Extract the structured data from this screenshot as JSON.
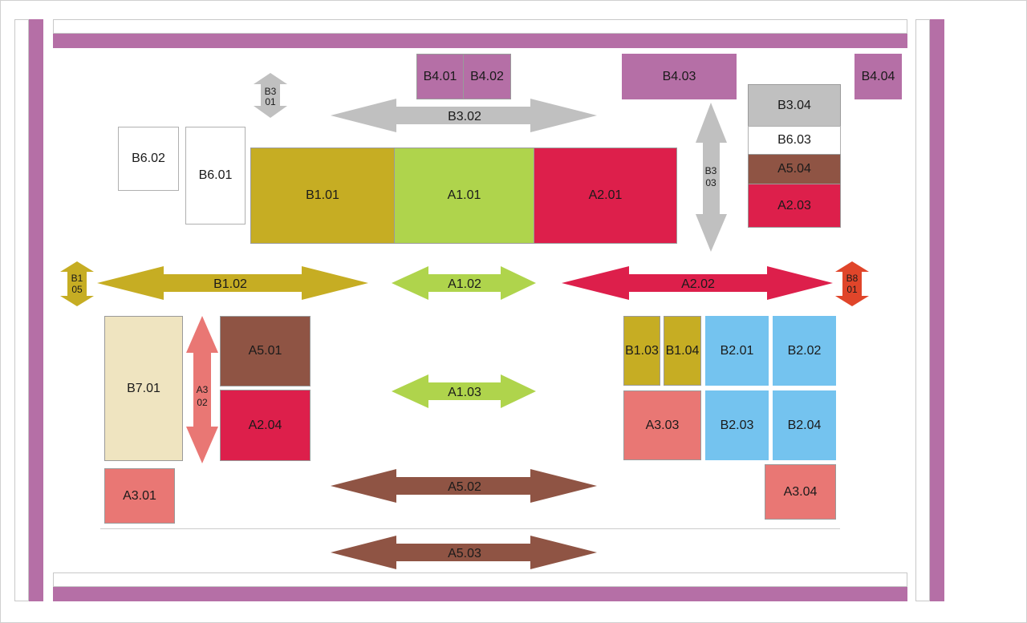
{
  "colors": {
    "purple": "#b56fa6",
    "olive": "#c6ad23",
    "lime": "#afd44c",
    "crimson": "#dd1f4b",
    "salmon": "#e97774",
    "brown": "#8f5444",
    "skyblue": "#74c3ef",
    "grey": "#c0c0c0",
    "cream": "#efe4c0",
    "white": "#ffffff",
    "orange": "#e0452a"
  },
  "blocks": {
    "b401": "B4.01",
    "b402": "B4.02",
    "b403": "B4.03",
    "b404": "B4.04",
    "b304": "B3.04",
    "b603": "B6.03",
    "a504": "A5.04",
    "a203": "A2.03",
    "b602": "B6.02",
    "b601": "B6.01",
    "b101": "B1.01",
    "a101": "A1.01",
    "a201": "A2.01",
    "b701": "B7.01",
    "a501": "A5.01",
    "a204": "A2.04",
    "a301": "A3.01",
    "b103": "B1.03",
    "b104": "B1.04",
    "b201": "B2.01",
    "b202": "B2.02",
    "a303": "A3.03",
    "b203": "B2.03",
    "b204": "B2.04",
    "a304": "A3.04"
  },
  "arrows": {
    "b302": "B3.02",
    "b102": "B1.02",
    "a102": "A1.02",
    "a202": "A2.02",
    "a103": "A1.03",
    "a502": "A5.02",
    "a503": "A5.03",
    "b301": [
      "B3",
      "01"
    ],
    "b303": [
      "B3",
      "03"
    ],
    "b105": [
      "B1",
      "05"
    ],
    "b801": [
      "B8",
      "01"
    ],
    "a302": [
      "A3",
      "02"
    ]
  }
}
